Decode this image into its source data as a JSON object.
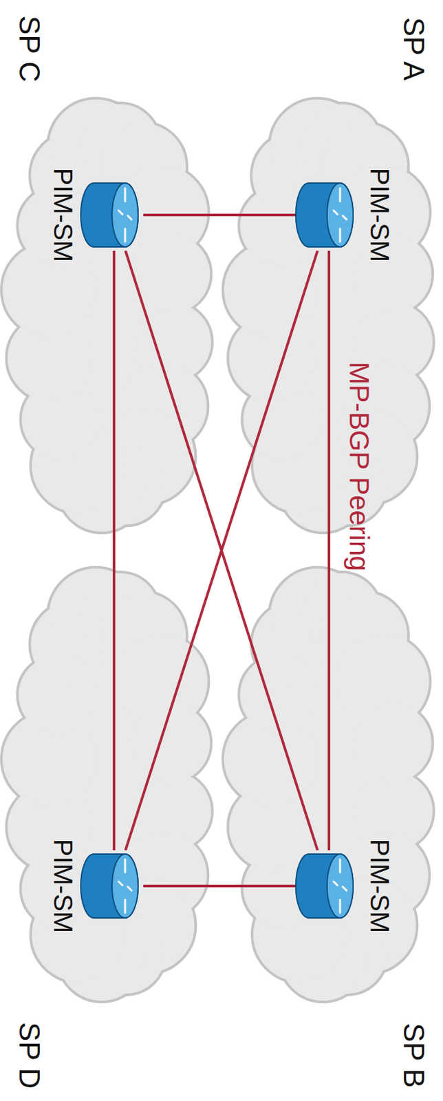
{
  "diagram": {
    "nodes": [
      {
        "text": [
          "SP A"
        ]
      },
      {
        "text": [
          "PIM-SM"
        ],
        "in": 0
      },
      {
        "text": [
          "SP B"
        ]
      },
      {
        "text": [
          "PIM-SM"
        ],
        "in": 2
      },
      {
        "text": [
          "SP C"
        ]
      },
      {
        "text": [
          "PIM-SM"
        ],
        "in": 4
      },
      {
        "text": [
          "SP D"
        ]
      },
      {
        "text": [
          "PIM-SM"
        ],
        "in": 6
      }
    ],
    "edges": [
      {
        "from": 1,
        "to": 3,
        "arrow": "none",
        "label": "MP-BGP Peering"
      },
      {
        "from": 1,
        "to": 5,
        "arrow": "none"
      },
      {
        "from": 1,
        "to": 7,
        "arrow": "none"
      },
      {
        "from": 3,
        "to": 5,
        "arrow": "none"
      },
      {
        "from": 3,
        "to": 7,
        "arrow": "none"
      },
      {
        "from": 5,
        "to": 7,
        "arrow": "none"
      }
    ]
  }
}
